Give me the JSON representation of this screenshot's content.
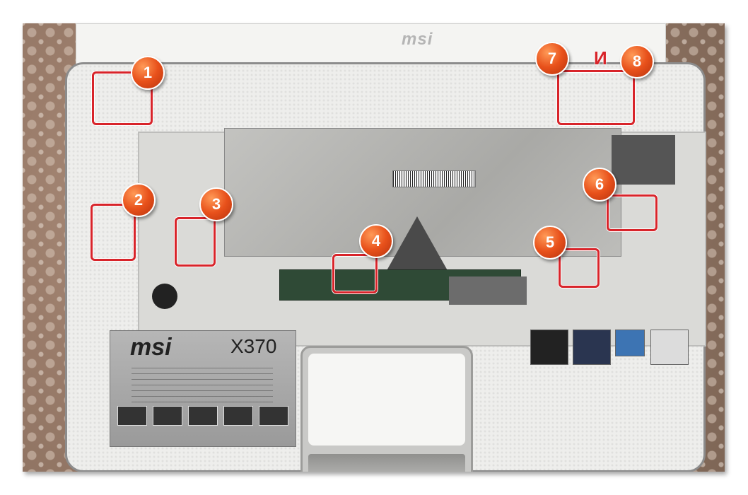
{
  "lid": {
    "logo": "msi"
  },
  "sticker": {
    "brand": "msi",
    "model": "X370"
  },
  "markers": [
    {
      "number": "1"
    },
    {
      "number": "2"
    },
    {
      "number": "3"
    },
    {
      "number": "4"
    },
    {
      "number": "5"
    },
    {
      "number": "6"
    },
    {
      "number": "7"
    },
    {
      "number": "8"
    }
  ],
  "conjunction": "И",
  "colors": {
    "highlight": "#d8242a",
    "marker": "#e8511b",
    "chassis": "#eeeeec"
  }
}
